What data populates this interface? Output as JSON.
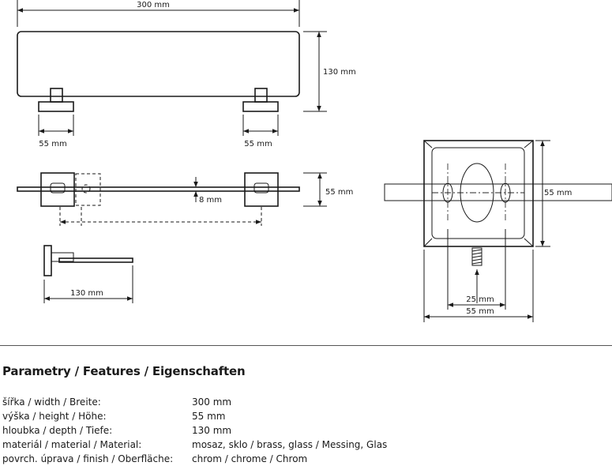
{
  "dimensions": {
    "width_top": "300 mm",
    "height_side": "130 mm",
    "foot_left": "55 mm",
    "foot_right": "55 mm",
    "plan_height": "55 mm",
    "glass_thickness": "8 mm",
    "depth_side": "130 mm",
    "detail_height": "55 mm",
    "detail_inner": "25 mm",
    "detail_width": "55 mm"
  },
  "specs": {
    "title": "Parametry / Features / Eigenschaften",
    "rows": [
      {
        "label": "šířka / width / Breite:",
        "value": "300 mm"
      },
      {
        "label": "výška / height / Höhe:",
        "value": "55 mm"
      },
      {
        "label": "hloubka / depth / Tiefe:",
        "value": "130 mm"
      },
      {
        "label": "materiál / material / Material:",
        "value": "mosaz, sklo / brass, glass / Messing, Glas"
      },
      {
        "label": "povrch. úprava / finish / Oberfläche:",
        "value": "chrom / chrome / Chrom"
      }
    ]
  }
}
